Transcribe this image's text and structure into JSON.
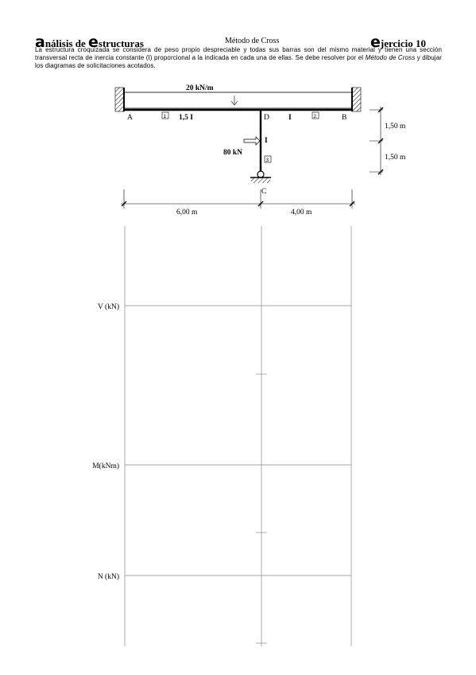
{
  "header": {
    "title_initial": "a",
    "title_part1": "nálisis de ",
    "title_initial2": "e",
    "title_part2": "structuras",
    "method": "Método de Cross",
    "exercise_initial": "e",
    "exercise_rest": "jercicio 10"
  },
  "intro": {
    "text_a": "La estructura croquizada se considera de peso propio despreciable y todas sus barras son del mismo material y tienen una sección transversal recta de inercia constante (I) proporcional a la indicada en cada una de ellas. Se debe resolver por el ",
    "method_italic": "Método de Cross",
    "text_b": " y dibujar los diagramas de solicitaciones acotados."
  },
  "structure": {
    "load_distributed": "20 kN/m",
    "load_point": "80 kN",
    "nodes": {
      "a": "A",
      "b": "B",
      "c": "C",
      "d": "D"
    },
    "bars": [
      {
        "id": "1",
        "inertia": "1,5 I"
      },
      {
        "id": "2",
        "inertia": "I"
      },
      {
        "id": "3",
        "inertia": "I"
      }
    ],
    "dim_vertical_1": "1,50 m",
    "dim_vertical_2": "1,50 m",
    "dim_horizontal_1": "6,00 m",
    "dim_horizontal_2": "4,00 m"
  },
  "diagrams": {
    "shear": "V (kN)",
    "moment": "M(kNm)",
    "axial": "N (kN)"
  }
}
